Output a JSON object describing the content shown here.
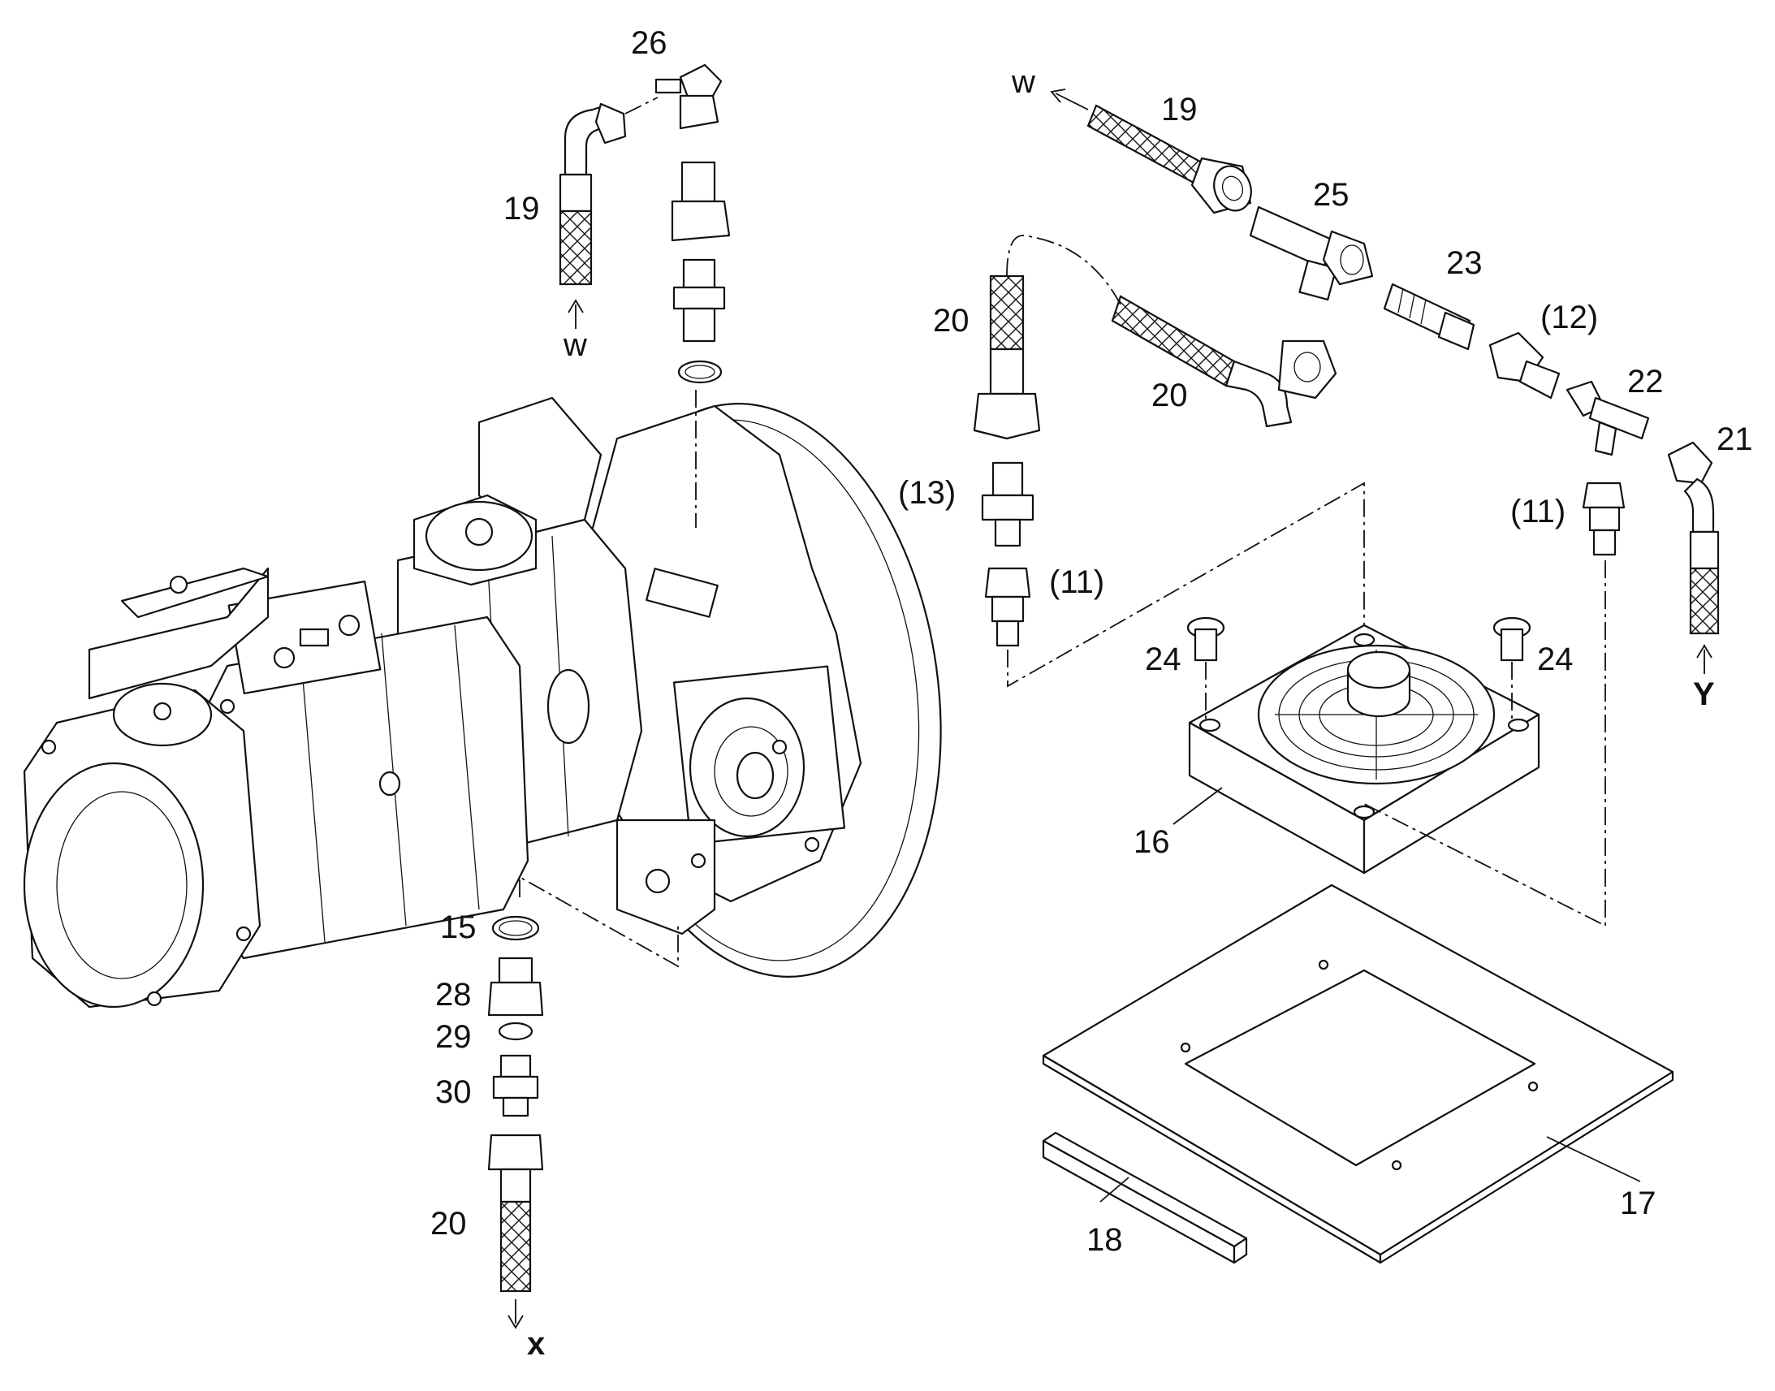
{
  "labels": {
    "l26": "26",
    "l19a": "19",
    "w_left": "w",
    "w_top": "w",
    "l19b": "19",
    "l25": "25",
    "l23": "23",
    "l12": "(12)",
    "l20a": "20",
    "l20b": "20",
    "l22": "22",
    "l21": "21",
    "l13": "(13)",
    "l11a": "(11)",
    "l11b": "(11)",
    "l24a": "24",
    "l24b": "24",
    "Y": "Y",
    "l16": "16",
    "l15": "15",
    "l28": "28",
    "l29": "29",
    "l30": "30",
    "l20c": "20",
    "X": "x",
    "l17": "17",
    "l18": "18"
  },
  "icons": {
    "pump": "hydraulic-pump-assembly",
    "cooler": "oil-cooler-fan",
    "plate": "mounting-plate"
  }
}
